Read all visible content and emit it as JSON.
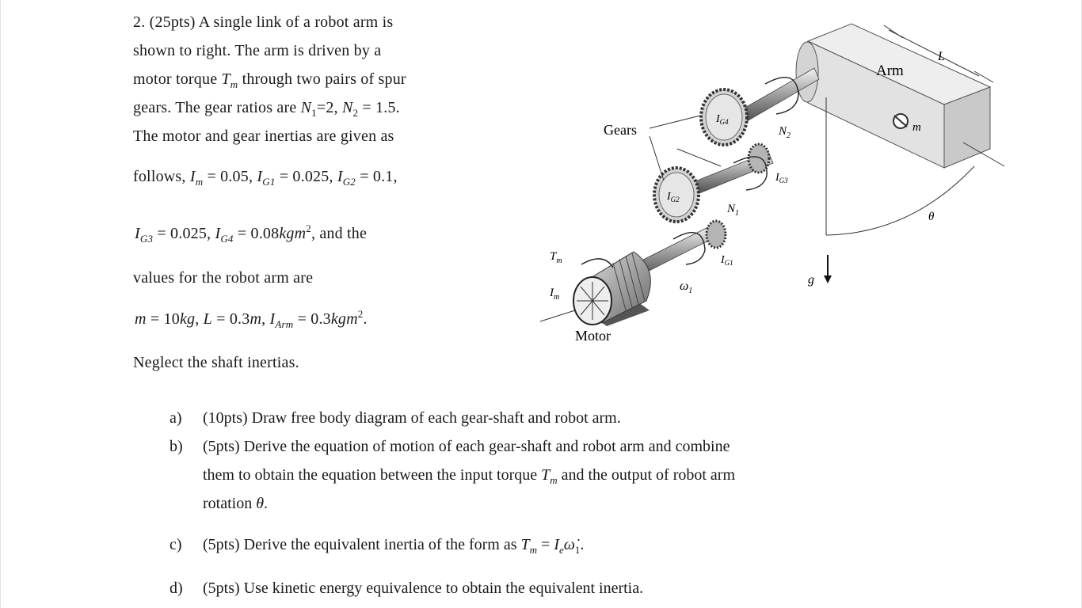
{
  "problem": {
    "header": "2. (25pts) A single link of a robot arm is",
    "line2": "shown to right. The arm is driven by a",
    "line3_a": "motor torque ",
    "line3_b": " through two pairs of spur",
    "line4_a": "gears. The gear ratios are ",
    "line4_b": "=2, ",
    "line4_c": " = 1.5.",
    "line5": "The motor and gear inertias are given as",
    "line6_a": "follows, ",
    "line6_b": " = 0.05, ",
    "line6_c": " = 0.025, ",
    "line6_d": " = 0.1,",
    "line7_a": " = 0.025, ",
    "line7_b": " = 0.08",
    "line7_c": ", and the",
    "line8": "values for the robot arm are",
    "line9_a": " = 10",
    "line9_b": ", ",
    "line9_c": " = 0.3",
    "line9_d": ", ",
    "line9_e": " = 0.3",
    "line9_f": ".",
    "line10": "Neglect the shaft inertias.",
    "sym_Tm": "T",
    "sym_m": "m",
    "sym_N1": "N",
    "sub_1": "1",
    "sym_N2": "N",
    "sub_2": "2",
    "sym_I": "I",
    "sub_G1": "G1",
    "sub_G2": "G2",
    "sub_G3": "G3",
    "sub_G4": "G4",
    "sub_Arm": "Arm",
    "sym_L": "L",
    "unit_kg": "kg",
    "unit_kgm": "kgm",
    "sup_2": "2"
  },
  "figure": {
    "label_arm": "Arm",
    "label_L": "L",
    "label_m": "m",
    "label_gears": "Gears",
    "label_IG4": "I",
    "sub_G4": "G4",
    "label_N2": "N",
    "sub_2": "2",
    "label_IG3": "I",
    "sub_G3": "G3",
    "label_IG2": "I",
    "sub_G2": "G2",
    "label_N1": "N",
    "sub_1": "1",
    "label_theta": "θ",
    "label_Tm": "T",
    "sub_m": "m",
    "label_Im": "I",
    "label_IG1": "I",
    "sub_G1": "G1",
    "label_omega": "ω",
    "label_g": "g",
    "label_motor": "Motor"
  },
  "questions": [
    {
      "label": "a)",
      "lines": [
        "(10pts) Draw free body diagram of each gear-shaft and robot arm."
      ]
    },
    {
      "label": "b)",
      "lines": [
        "(5pts) Derive the equation of motion of each gear-shaft and robot arm and combine",
        "them to obtain the equation between the input torque ",
        " and the output of robot arm",
        "rotation "
      ]
    },
    {
      "label": "c)",
      "lines": [
        "(5pts) Derive the equivalent inertia of the form as ",
        "T",
        "m",
        " = ",
        "I",
        "e",
        "ω̇",
        "1",
        "."
      ]
    },
    {
      "label": "d)",
      "lines": [
        "(5pts) Use kinetic energy equivalence to obtain the equivalent inertia."
      ]
    }
  ],
  "sym_theta": "θ"
}
